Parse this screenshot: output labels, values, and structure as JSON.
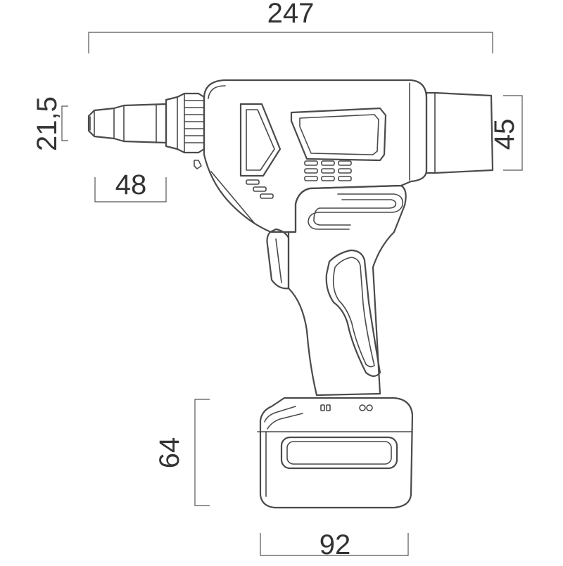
{
  "dimensions": {
    "overall_length": "247",
    "nose_diameter": "21,5",
    "nose_length": "48",
    "rear_diameter": "45",
    "battery_height": "64",
    "battery_width": "92"
  },
  "colors": {
    "line": "#4a4a4a",
    "dimension": "#555555",
    "background": "#ffffff"
  }
}
